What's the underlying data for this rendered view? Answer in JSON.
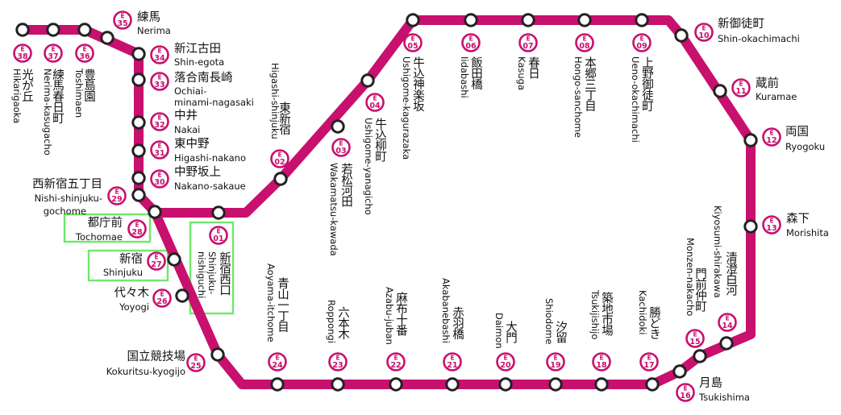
{
  "colors": {
    "line": "#c8106e",
    "highlight": "#6ee86a"
  },
  "code_prefix": "E",
  "stations": [
    {
      "num": "01",
      "ja": "新宿西口",
      "rom": [
        "Shinjuku-",
        "nishiguchi"
      ],
      "highlight": true
    },
    {
      "num": "02",
      "ja": "東新宿",
      "rom": [
        "Higashi-shinjuku"
      ]
    },
    {
      "num": "03",
      "ja": "若松河田",
      "rom": [
        "Wakamatsu-kawada"
      ]
    },
    {
      "num": "04",
      "ja": "牛込柳町",
      "rom": [
        "Ushigome-yanagicho"
      ]
    },
    {
      "num": "05",
      "ja": "牛込神楽坂",
      "rom": [
        "Ushigome-kagurazaka"
      ]
    },
    {
      "num": "06",
      "ja": "飯田橋",
      "rom": [
        "Iidabashi"
      ]
    },
    {
      "num": "07",
      "ja": "春日",
      "rom": [
        "Kasuga"
      ]
    },
    {
      "num": "08",
      "ja": "本郷三丁目",
      "rom": [
        "Hongo-sanchome"
      ]
    },
    {
      "num": "09",
      "ja": "上野御徒町",
      "rom": [
        "Ueno-okachimachi"
      ]
    },
    {
      "num": "10",
      "ja": "新御徒町",
      "rom": [
        "Shin-okachimachi"
      ]
    },
    {
      "num": "11",
      "ja": "蔵前",
      "rom": [
        "Kuramae"
      ]
    },
    {
      "num": "12",
      "ja": "両国",
      "rom": [
        "Ryogoku"
      ]
    },
    {
      "num": "13",
      "ja": "森下",
      "rom": [
        "Morishita"
      ]
    },
    {
      "num": "14",
      "ja": "清澄白河",
      "rom": [
        "Kiyosumi-shirakawa"
      ]
    },
    {
      "num": "15",
      "ja": "門前仲町",
      "rom": [
        "Monzen-nakacho"
      ]
    },
    {
      "num": "16",
      "ja": "月島",
      "rom": [
        "Tsukishima"
      ]
    },
    {
      "num": "17",
      "ja": "勝どき",
      "rom": [
        "Kachidoki"
      ]
    },
    {
      "num": "18",
      "ja": "築地市場",
      "rom": [
        "Tsukijishijo"
      ]
    },
    {
      "num": "19",
      "ja": "汐留",
      "rom": [
        "Shiodome"
      ]
    },
    {
      "num": "20",
      "ja": "大門",
      "rom": [
        "Daimon"
      ]
    },
    {
      "num": "21",
      "ja": "赤羽橋",
      "rom": [
        "Akabanebashi"
      ]
    },
    {
      "num": "22",
      "ja": "麻布十番",
      "rom": [
        "Azabu-juban"
      ]
    },
    {
      "num": "23",
      "ja": "六本木",
      "rom": [
        "Roppongi"
      ]
    },
    {
      "num": "24",
      "ja": "青山一丁目",
      "rom": [
        "Aoyama-itchome"
      ]
    },
    {
      "num": "25",
      "ja": "国立競技場",
      "rom": [
        "Kokuritsu-kyogijo"
      ]
    },
    {
      "num": "26",
      "ja": "代々木",
      "rom": [
        "Yoyogi"
      ]
    },
    {
      "num": "27",
      "ja": "新宿",
      "rom": [
        "Shinjuku"
      ],
      "highlight": true
    },
    {
      "num": "28",
      "ja": "都庁前",
      "rom": [
        "Tochomae"
      ],
      "highlight": true
    },
    {
      "num": "29",
      "ja": "西新宿五丁目",
      "rom": [
        "Nishi-shinjuku-",
        "gochome"
      ]
    },
    {
      "num": "30",
      "ja": "中野坂上",
      "rom": [
        "Nakano-sakaue"
      ]
    },
    {
      "num": "31",
      "ja": "東中野",
      "rom": [
        "Higashi-nakano"
      ]
    },
    {
      "num": "32",
      "ja": "中井",
      "rom": [
        "Nakai"
      ]
    },
    {
      "num": "33",
      "ja": "落合南長崎",
      "rom": [
        "Ochiai-",
        "minami-nagasaki"
      ]
    },
    {
      "num": "34",
      "ja": "新江古田",
      "rom": [
        "Shin-egota"
      ]
    },
    {
      "num": "35",
      "ja": "練馬",
      "rom": [
        "Nerima"
      ]
    },
    {
      "num": "36",
      "ja": "豊島園",
      "rom": [
        "Toshimaen"
      ]
    },
    {
      "num": "37",
      "ja": "練馬春日町",
      "rom": [
        "Nerima-kasugacho"
      ]
    },
    {
      "num": "38",
      "ja": "光が丘",
      "rom": [
        "Hikarigaoka"
      ]
    }
  ]
}
